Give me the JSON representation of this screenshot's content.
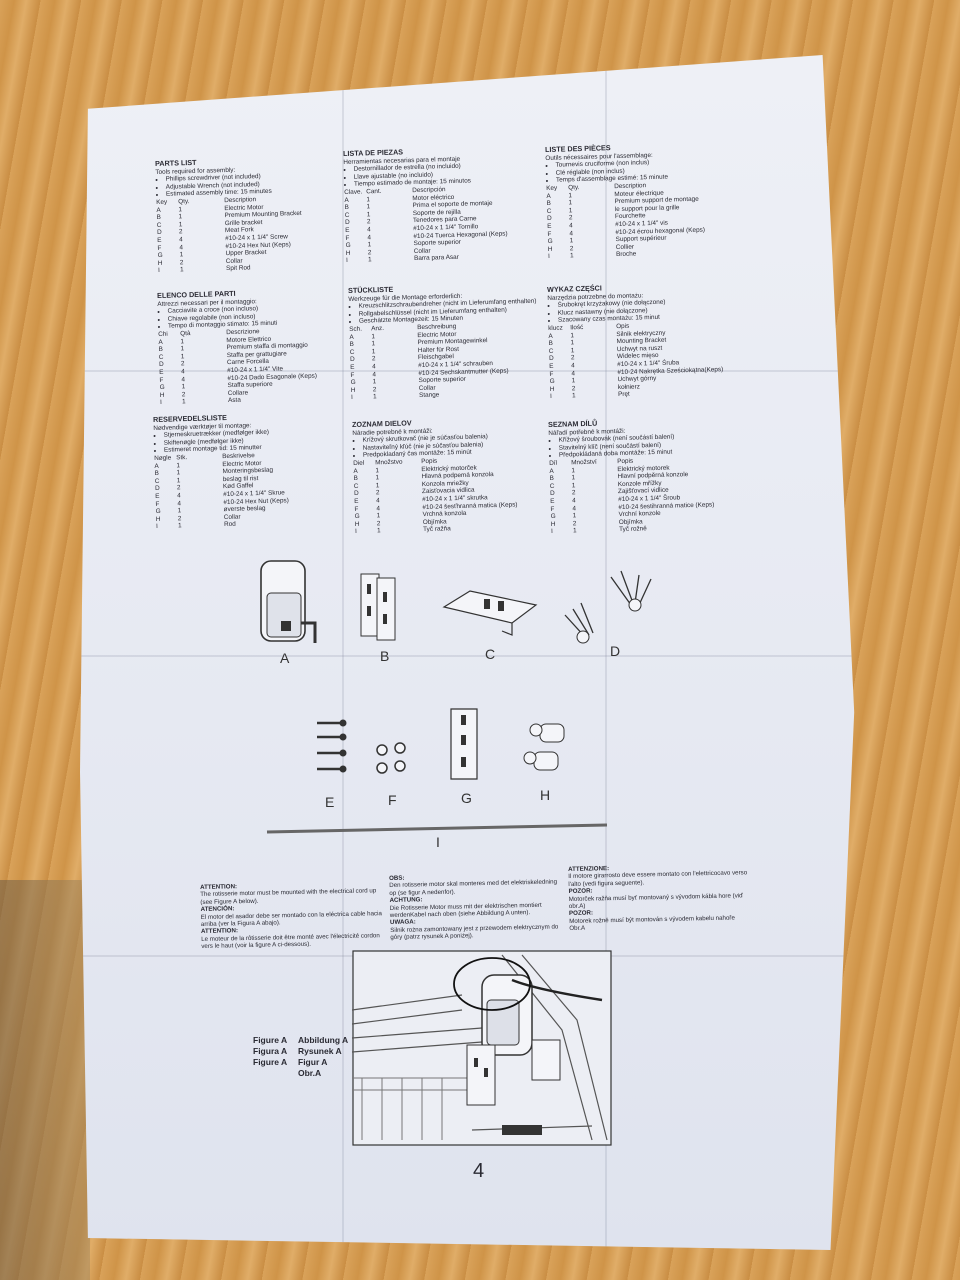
{
  "columns": [
    {
      "id": "en",
      "title": "PARTS LIST",
      "intro": "Tools required for assembly:",
      "bullets": [
        "Phillips screwdriver (not included)",
        "Adjustable Wrench (not included)",
        "Estimated assembly time: 15 minutes"
      ],
      "headers": [
        "Key",
        "Qty.",
        "Description"
      ],
      "rows": [
        [
          "A",
          "1",
          "Electric Motor"
        ],
        [
          "B",
          "1",
          "Premium Mounting Bracket"
        ],
        [
          "C",
          "1",
          "Grille bracket"
        ],
        [
          "D",
          "2",
          "Meat Fork"
        ],
        [
          "E",
          "4",
          "#10-24 x 1 1/4\" Screw"
        ],
        [
          "F",
          "4",
          "#10-24 Hex Nut (Keps)"
        ],
        [
          "G",
          "1",
          "Upper Bracket"
        ],
        [
          "H",
          "2",
          "Collar"
        ],
        [
          "I",
          "1",
          "Spit Rod"
        ]
      ]
    },
    {
      "id": "es",
      "title": "LISTA DE PIEZAS",
      "intro": "Herramientas necesarias para el montaje",
      "bullets": [
        "Destornillador de estrella (no incluido)",
        "Llave ajustable (no incluido)",
        "Tiempo estimado de montaje: 15 minutos"
      ],
      "headers": [
        "Clave.",
        "Cant.",
        "Descripción"
      ],
      "rows": [
        [
          "A",
          "1",
          "Motor eléctrico"
        ],
        [
          "B",
          "1",
          "Prima el soporte de montaje"
        ],
        [
          "C",
          "1",
          "Soporte de rejilla"
        ],
        [
          "D",
          "2",
          "Tenedores para Carne"
        ],
        [
          "E",
          "4",
          "#10-24 x 1 1/4\" Tornillo"
        ],
        [
          "F",
          "4",
          "#10-24 Tuerca Hexagonal (Keps)"
        ],
        [
          "G",
          "1",
          "Soporte superior"
        ],
        [
          "H",
          "2",
          "Collar"
        ],
        [
          "I",
          "1",
          "Barra para Asar"
        ]
      ]
    },
    {
      "id": "fr",
      "title": "LISTE DES PIÈCES",
      "intro": "Outils nécessaires pour l'assemblage:",
      "bullets": [
        "Tournevis cruciforme (non inclus)",
        "Clé réglable (non inclus)",
        "Temps d'assemblage estimé: 15 minute"
      ],
      "headers": [
        "Key",
        "Qty.",
        "Description"
      ],
      "rows": [
        [
          "A",
          "1",
          "Moteur électrique"
        ],
        [
          "B",
          "1",
          "Premium support de montage"
        ],
        [
          "C",
          "1",
          "le support pour la grille"
        ],
        [
          "D",
          "2",
          "Fourchette"
        ],
        [
          "E",
          "4",
          "#10-24 x 1 1/4\" vis"
        ],
        [
          "F",
          "4",
          "#10-24 écrou hexagonal (Keps)"
        ],
        [
          "G",
          "1",
          "Support supérieur"
        ],
        [
          "H",
          "2",
          "Collier"
        ],
        [
          "I",
          "1",
          "Broche"
        ]
      ]
    },
    {
      "id": "it",
      "title": "ELENCO DELLE PARTI",
      "intro": "Attrezzi necessari per il montaggio:",
      "bullets": [
        "Cacciavite a croce (non incluso)",
        "Chiave regolabile (non incluso)",
        "Tempo di montaggio stimato: 15 minuti"
      ],
      "headers": [
        "Chi",
        "Qtà",
        "Descrizione"
      ],
      "rows": [
        [
          "A",
          "1",
          "Motore Elettrico"
        ],
        [
          "B",
          "1",
          "Premium staffa di montaggio"
        ],
        [
          "C",
          "1",
          "Staffa per grattugiare"
        ],
        [
          "D",
          "2",
          "Carne Forcella"
        ],
        [
          "E",
          "4",
          "#10-24 x 1 1/4\" Vite"
        ],
        [
          "F",
          "4",
          "#10-24 Dado Esagonale (Keps)"
        ],
        [
          "G",
          "1",
          "Staffa superiore"
        ],
        [
          "H",
          "2",
          "Collare"
        ],
        [
          "I",
          "1",
          "Asta"
        ]
      ]
    },
    {
      "id": "de",
      "title": "STÜCKLISTE",
      "intro": "Werkzeuge für die Montage erforderlich:",
      "bullets": [
        "Kreuzschlitzschraubendreher (nicht im Lieferumfang enthalten)",
        "Rollgabelschlüssel (nicht im Lieferumfang enthalten)",
        "Geschätzte Montagezeit: 15 Minuten"
      ],
      "headers": [
        "Sch.",
        "Anz.",
        "Beschreibung"
      ],
      "rows": [
        [
          "A",
          "1",
          "Electric Motor"
        ],
        [
          "B",
          "1",
          "Premium Montagewinkel"
        ],
        [
          "C",
          "1",
          "Halter für Rost"
        ],
        [
          "D",
          "2",
          "Fleischgabel"
        ],
        [
          "E",
          "4",
          "#10-24 x 1 1/4\" schrauben"
        ],
        [
          "F",
          "4",
          "#10-24 Sechskantmutter (Keps)"
        ],
        [
          "G",
          "1",
          "Soporte superior"
        ],
        [
          "H",
          "2",
          "Collar"
        ],
        [
          "I",
          "1",
          "Stange"
        ]
      ]
    },
    {
      "id": "pl",
      "title": "WYKAZ CZĘŚCI",
      "intro": "Narzędzia potrzebne do montażu:",
      "bullets": [
        "Śrubokręt krzyżakowy (nie dołączone)",
        "Klucz nastawny (nie dołączone)",
        "Szacowany czas montażu: 15 minut"
      ],
      "headers": [
        "klucz",
        "Ilość",
        "Opis"
      ],
      "rows": [
        [
          "A",
          "1",
          "Silnik elektryczny"
        ],
        [
          "B",
          "1",
          "Mounting Bracket"
        ],
        [
          "C",
          "1",
          "Uchwyt na ruszt"
        ],
        [
          "D",
          "2",
          "Widelec mięso"
        ],
        [
          "E",
          "4",
          "#10-24 x 1 1/4\" Śruba"
        ],
        [
          "F",
          "4",
          "#10-24 Nakrętka Sześciokątna(Keps)"
        ],
        [
          "G",
          "1",
          "Uchwyt górny"
        ],
        [
          "H",
          "2",
          "kołnierz"
        ],
        [
          "I",
          "1",
          "Pręt"
        ]
      ]
    },
    {
      "id": "da",
      "title": "RESERVEDELSLISTE",
      "intro": "Nødvendige værktøjer til montage:",
      "bullets": [
        "Stjerneskruetrækker (medfølger ikke)",
        "Skiftenøgle (medfølger ikke)",
        "Estimeret montage tid: 15 minutter"
      ],
      "headers": [
        "Nøgle",
        "Stk.",
        "Beskrivelse"
      ],
      "rows": [
        [
          "A",
          "1",
          "Electric Motor"
        ],
        [
          "B",
          "1",
          "Monteringsbeslag"
        ],
        [
          "C",
          "1",
          "beslag til rist"
        ],
        [
          "D",
          "2",
          "Kød Gaffel"
        ],
        [
          "E",
          "4",
          "#10-24 x 1 1/4\" Skrue"
        ],
        [
          "F",
          "4",
          "#10-24 Hex Nut (Keps)"
        ],
        [
          "G",
          "1",
          "øverste beslag"
        ],
        [
          "H",
          "2",
          "Collar"
        ],
        [
          "I",
          "1",
          "Rod"
        ]
      ]
    },
    {
      "id": "sk",
      "title": "ZOZNAM DIELOV",
      "intro": "Náradie potrebné k montáži:",
      "bullets": [
        "Krížový skrutkovač (nie je súčasťou balenia)",
        "Nastaviteľný kľúč (nie je súčasťou balenia)",
        "Predpokladaný čas montáže: 15 minút"
      ],
      "headers": [
        "Diel",
        "Množstvo",
        "Popis"
      ],
      "rows": [
        [
          "A",
          "1",
          "Elektrický motorček"
        ],
        [
          "B",
          "1",
          "Hlavná podpemá konzola"
        ],
        [
          "C",
          "1",
          "Konzola mriežky"
        ],
        [
          "D",
          "2",
          "Zaisťovacia vidlica"
        ],
        [
          "E",
          "4",
          "#10-24 x 1 1/4\" skrutka"
        ],
        [
          "F",
          "4",
          "#10-24 šesťhranná matica (Keps)"
        ],
        [
          "G",
          "1",
          "Vrchná konzola"
        ],
        [
          "H",
          "2",
          "Objímka"
        ],
        [
          "I",
          "1",
          "Tyč ražňa"
        ]
      ]
    },
    {
      "id": "cz",
      "title": "SEZNAM DÍLŮ",
      "intro": "Nářadí potřebné k montáži:",
      "bullets": [
        "Křížový šroubovák (není součástí balení)",
        "Stavitelný klíč (není součástí balení)",
        "Předpokládaná doba montáže: 15 minut"
      ],
      "headers": [
        "Díl",
        "Množství",
        "Popis"
      ],
      "rows": [
        [
          "A",
          "1",
          "Elektrický motorek"
        ],
        [
          "B",
          "1",
          "Hlavní podpěrná konzole"
        ],
        [
          "C",
          "1",
          "Konzole mřížky"
        ],
        [
          "D",
          "2",
          "Zajišťovací vidlice"
        ],
        [
          "E",
          "4",
          "#10-24 x 1 1/4\" Šroub"
        ],
        [
          "F",
          "4",
          "#10-24 šestihranná matice (Keps)"
        ],
        [
          "G",
          "1",
          "Vrchní konzole"
        ],
        [
          "H",
          "2",
          "Objímka"
        ],
        [
          "I",
          "1",
          "Tyč rožně"
        ]
      ]
    }
  ],
  "part_labels": {
    "A": "A",
    "B": "B",
    "C": "C",
    "D": "D",
    "E": "E",
    "F": "F",
    "G": "G",
    "H": "H",
    "I": "I"
  },
  "warnings": {
    "left": [
      {
        "title": "ATTENTION:",
        "text": "The rotisserie motor must be mounted with the electrical cord up (see Figure A below)."
      },
      {
        "title": "ATENCIÓN:",
        "text": "El motor del asador debe ser montado con la eléctrica cable hacia arriba (ver la Figura A abajo)."
      },
      {
        "title": "ATTENTION:",
        "text": "Le moteur de la rôtisserie doit être monté avec l'électricité cordon vers le haut (voir la figure A ci-dessous)."
      }
    ],
    "middle": [
      {
        "title": "OBS:",
        "text": "Den rotisserie motor skal monteres med det elektriskeledning op (se figur A nedenfor)."
      },
      {
        "title": "ACHTUNG:",
        "text": "Die Rotisserie Motor muss mit der elektrischen montiert werdenKabel nach oben (siehe Abbildung A unten)."
      },
      {
        "title": "UWAGA:",
        "text": "Silnik rożna zamontowany jest z przewodem elektrycznym do góry (patrz rysunek A poniżej)."
      }
    ],
    "right": [
      {
        "title": "ATTENZIONE:",
        "text": "Il motore girarrosto deve essere montato con l'elettricocavo verso l'alto (vedi figura seguente)."
      },
      {
        "title": "POZOR:",
        "text": "Motorček ražňa musí byť montovaný s vývodom kábla hore (viď obr.A)"
      },
      {
        "title": "POZOR:",
        "text": "Motorek rožně musí být montován s vývodem kabelu nahoře Obr.A"
      }
    ]
  },
  "figure_labels": [
    [
      "Figure A",
      "Abbildung A"
    ],
    [
      "Figura A",
      "Rysunek A"
    ],
    [
      "Figure A",
      "Figur A"
    ],
    [
      "",
      "Obr.A"
    ]
  ],
  "page_number": "4",
  "colors": {
    "paper": "#e8ebf3",
    "ink": "#2a2a33",
    "wood": "#d49a50"
  }
}
